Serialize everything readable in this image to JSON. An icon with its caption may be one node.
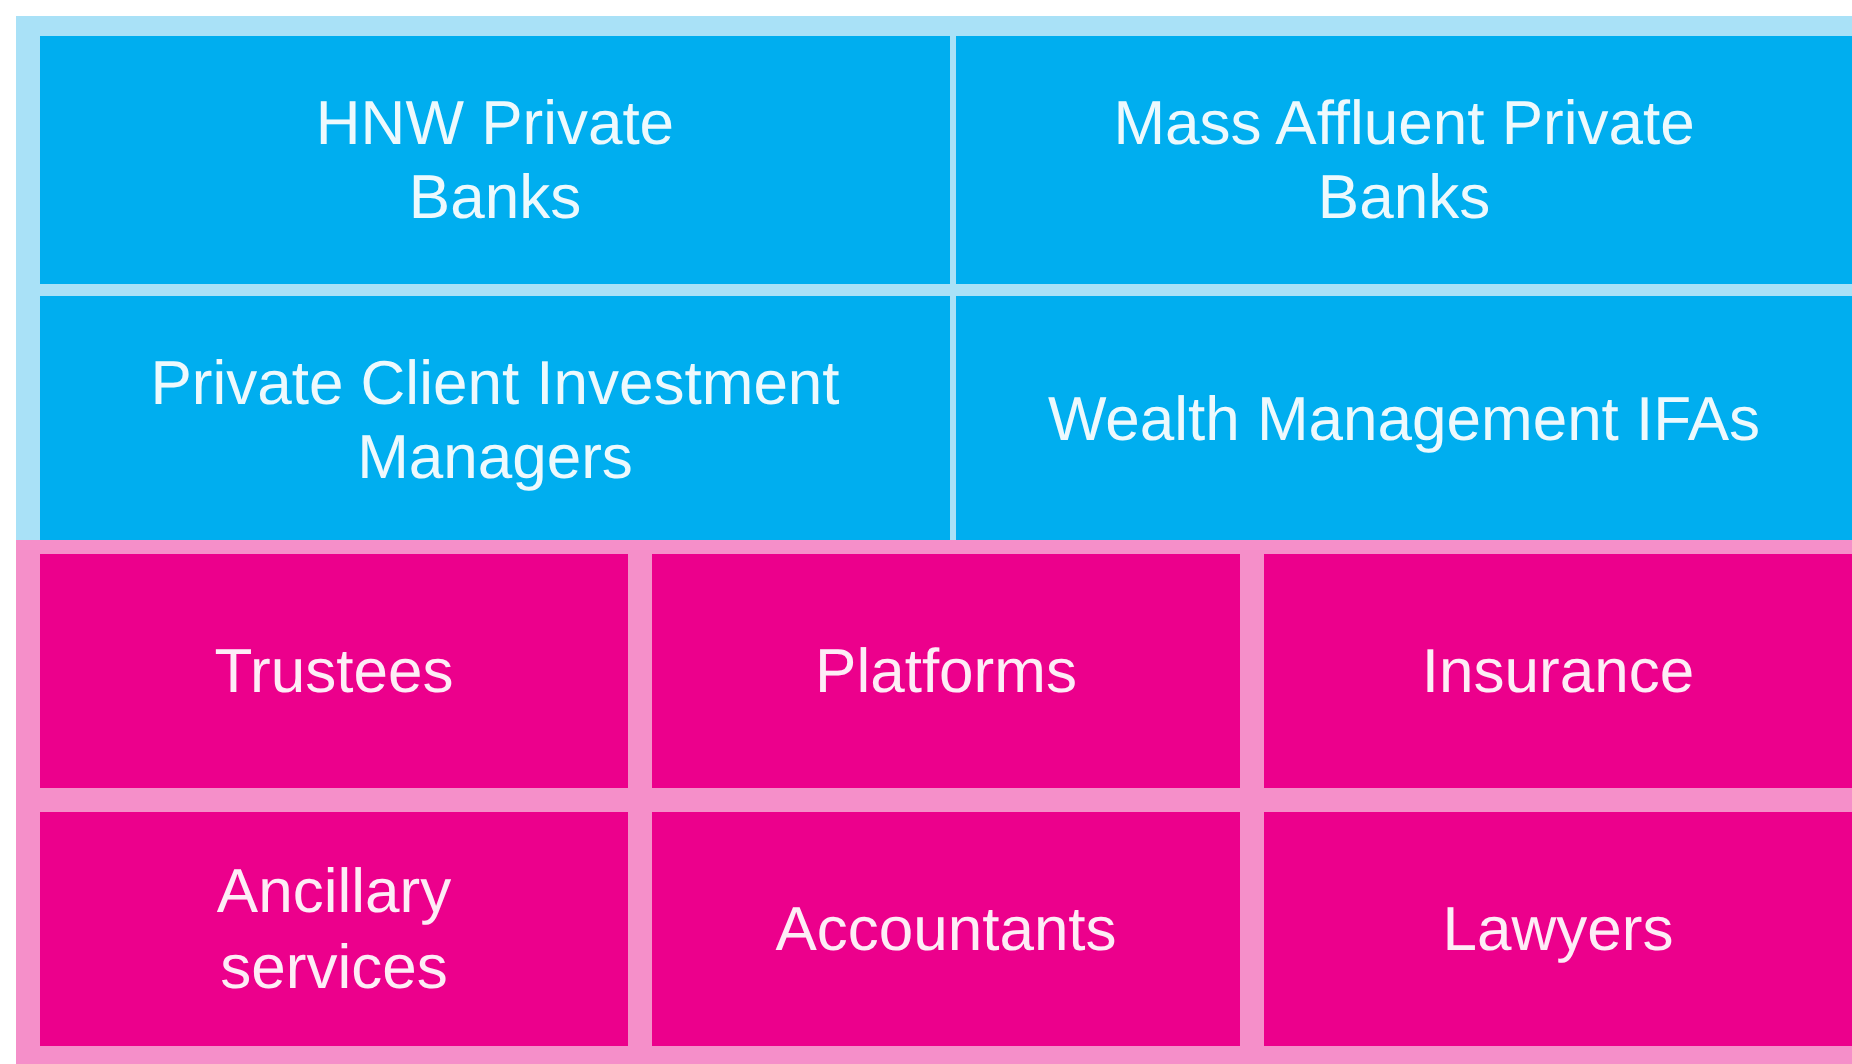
{
  "diagram": {
    "nodes": [
      {
        "text": [],
        "shape": "box"
      },
      {
        "text": [
          "HNW Private Banks"
        ],
        "in": 0
      },
      {
        "text": [
          "Mass Affluent Private Banks"
        ],
        "in": 0
      },
      {
        "text": [
          "Private Client Investment Managers"
        ],
        "in": 0
      },
      {
        "text": [
          "Wealth Management IFAs"
        ],
        "in": 0
      },
      {
        "text": [],
        "shape": "box"
      },
      {
        "text": [
          "Trustees"
        ],
        "in": 5
      },
      {
        "text": [
          "Platforms"
        ],
        "in": 5
      },
      {
        "text": [
          "Insurance"
        ],
        "in": 5
      },
      {
        "text": [
          "Ancillary services"
        ],
        "in": 5
      },
      {
        "text": [
          "Accountants"
        ],
        "in": 5
      },
      {
        "text": [
          "Lawyers"
        ],
        "in": 5
      }
    ]
  }
}
